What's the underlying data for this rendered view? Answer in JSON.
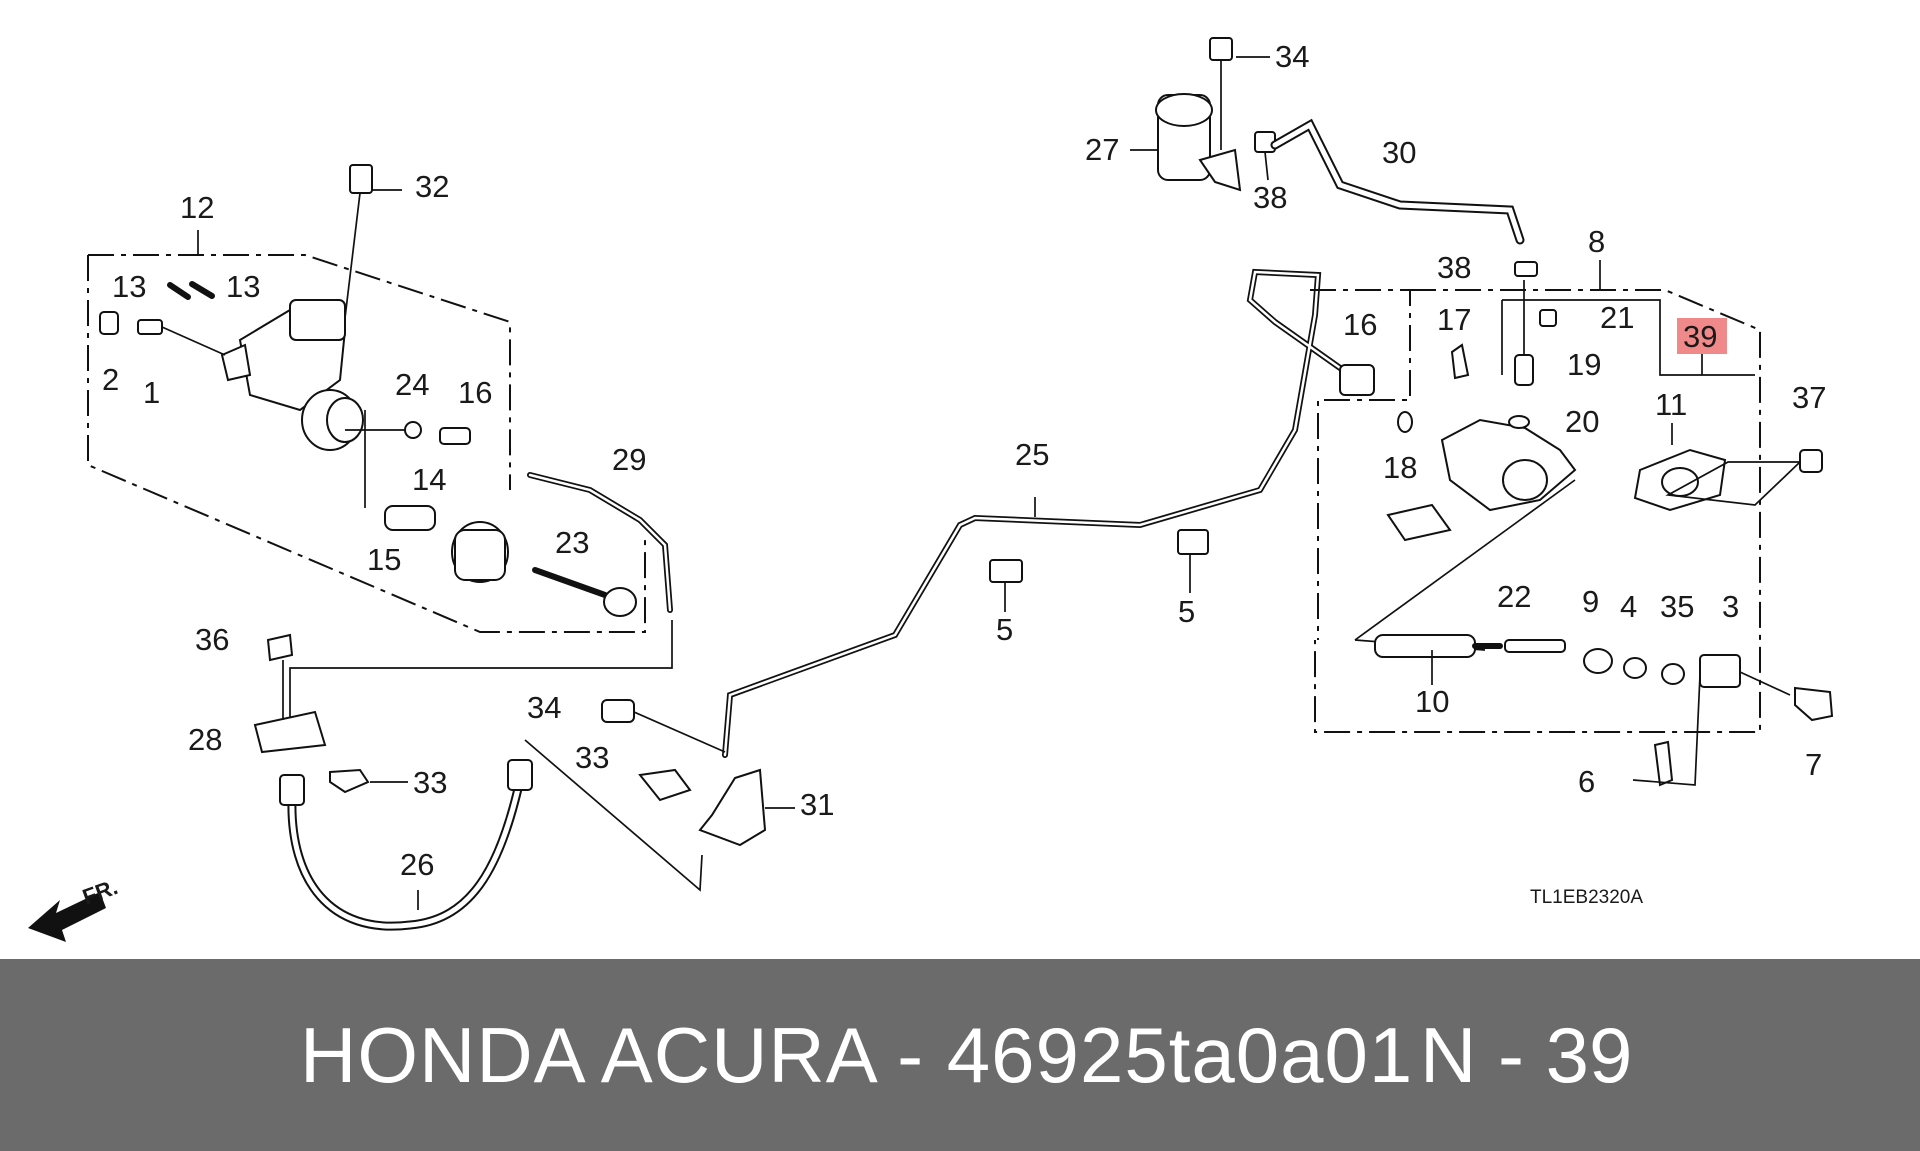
{
  "diagram": {
    "callouts": [
      "1",
      "2",
      "3",
      "4",
      "5",
      "5",
      "6",
      "7",
      "8",
      "9",
      "10",
      "11",
      "12",
      "13",
      "13",
      "14",
      "15",
      "16",
      "16",
      "17",
      "18",
      "19",
      "20",
      "21",
      "22",
      "23",
      "24",
      "25",
      "26",
      "27",
      "28",
      "29",
      "30",
      "31",
      "32",
      "33",
      "33",
      "34",
      "34",
      "35",
      "36",
      "37",
      "38",
      "38",
      "39"
    ],
    "highlighted_callout": "39",
    "direction_label": "FR.",
    "drawing_code": "TL1EB2320A"
  },
  "footer": {
    "brand_part": "HONDA ACURA - 46925ta0a01",
    "reference": "N - 39"
  },
  "colors": {
    "footer_background": "#6b6b6b",
    "footer_text": "#ffffff",
    "highlight_fill": "#f08a8a"
  }
}
